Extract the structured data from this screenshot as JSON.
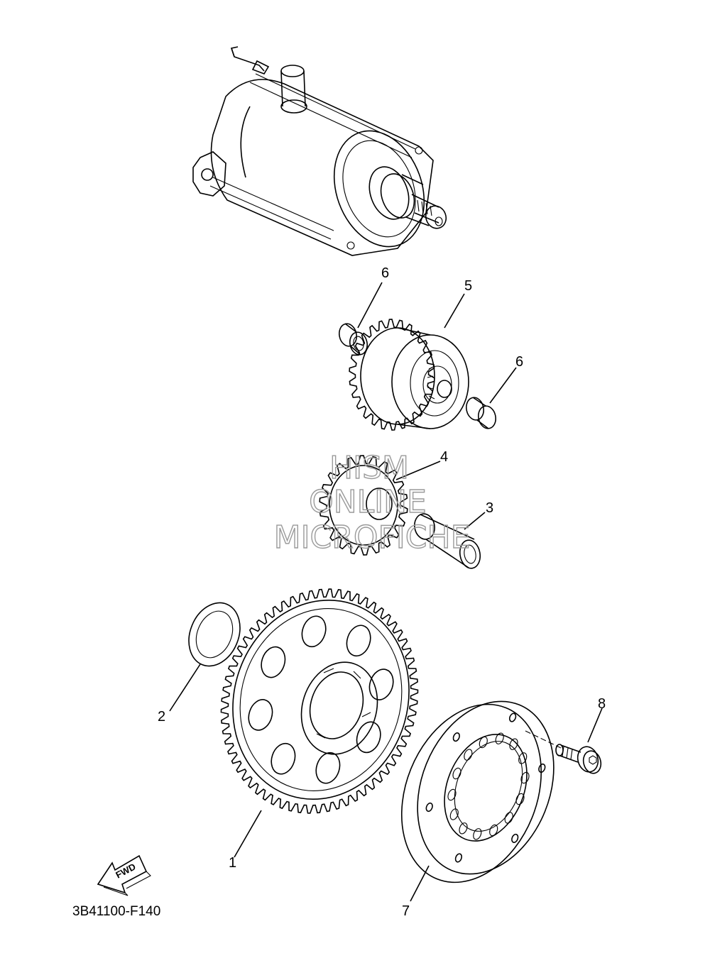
{
  "diagram_code": "3B41100-F140",
  "watermark": [
    "HISM",
    "ONLINE",
    "MICROFICHE"
  ],
  "fwd_arrow_text": "FWD",
  "callouts": [
    "1",
    "2",
    "3",
    "4",
    "5",
    "6",
    "6",
    "7",
    "8"
  ]
}
